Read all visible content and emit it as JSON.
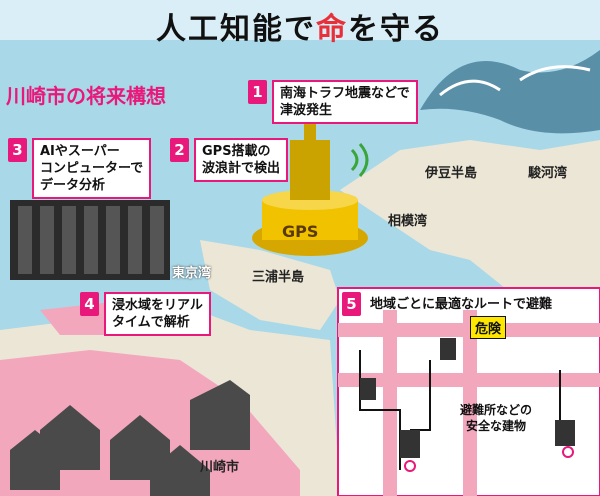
{
  "header": {
    "title_pre": "人工知能で",
    "title_red": "命",
    "title_post": "を守る"
  },
  "subtitle": "川崎市の将来構想",
  "steps": [
    {
      "num": "1",
      "line1": "南海トラフ地震などで",
      "line2": "津波発生"
    },
    {
      "num": "2",
      "line1": "GPS搭載の",
      "line2": "波浪計で検出"
    },
    {
      "num": "3",
      "line1": "AIやスーパー",
      "line2": "コンピューターで",
      "line3": "データ分析"
    },
    {
      "num": "4",
      "line1": "浸水域をリアル",
      "line2": "タイムで解析"
    },
    {
      "num": "5",
      "line1": "地域ごとに最適なルートで避難"
    }
  ],
  "places": {
    "izu": "伊豆半島",
    "suruga": "駿河湾",
    "sagami": "相模湾",
    "tokyo": "東京湾",
    "miura": "三浦半島",
    "kawasaki": "川崎市"
  },
  "buoy_label": "GPS",
  "danger": "危険",
  "shelter": {
    "line1": "避難所などの",
    "line2": "安全な建物"
  },
  "colors": {
    "accent": "#e8197a",
    "sea": "#a9d8e8",
    "land": "#ece6d6",
    "flood": "#f2a7bd"
  }
}
